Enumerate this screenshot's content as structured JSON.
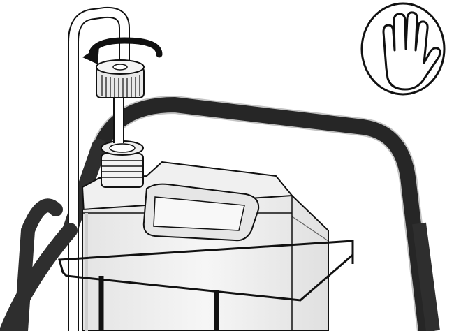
{
  "figure": {
    "symbols": {
      "hand_icon": "stop-hand-icon",
      "rotation_arrow": "counterclockwise-rotation-arrow-icon"
    },
    "parts": [
      "tube",
      "cap",
      "canister",
      "carrier-frame",
      "basket"
    ],
    "colors": {
      "background": "#ffffff",
      "frame": "#2e2e2e",
      "canister_fill": "#f2f2f2",
      "canister_shade": "#dcdcdc",
      "line": "#111111"
    }
  }
}
